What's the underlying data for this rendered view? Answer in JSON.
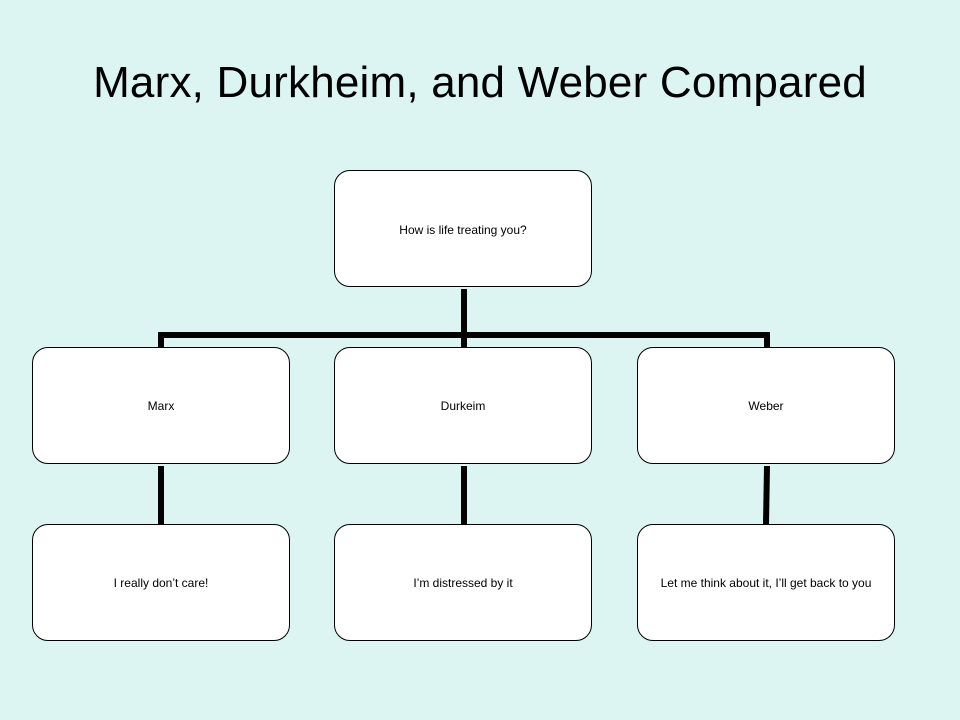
{
  "slide": {
    "title": "Marx, Durkheim, and Weber Compared",
    "background_color": "#dcf4f2"
  },
  "diagram": {
    "root": {
      "label": "How is life treating you?"
    },
    "branches": [
      {
        "label": "Marx",
        "child": "I really  don’t care!"
      },
      {
        "label": "Durkeim",
        "child": "I’m distressed by it"
      },
      {
        "label": "Weber",
        "child": "Let me think about it, I’ll get back to you"
      }
    ]
  }
}
